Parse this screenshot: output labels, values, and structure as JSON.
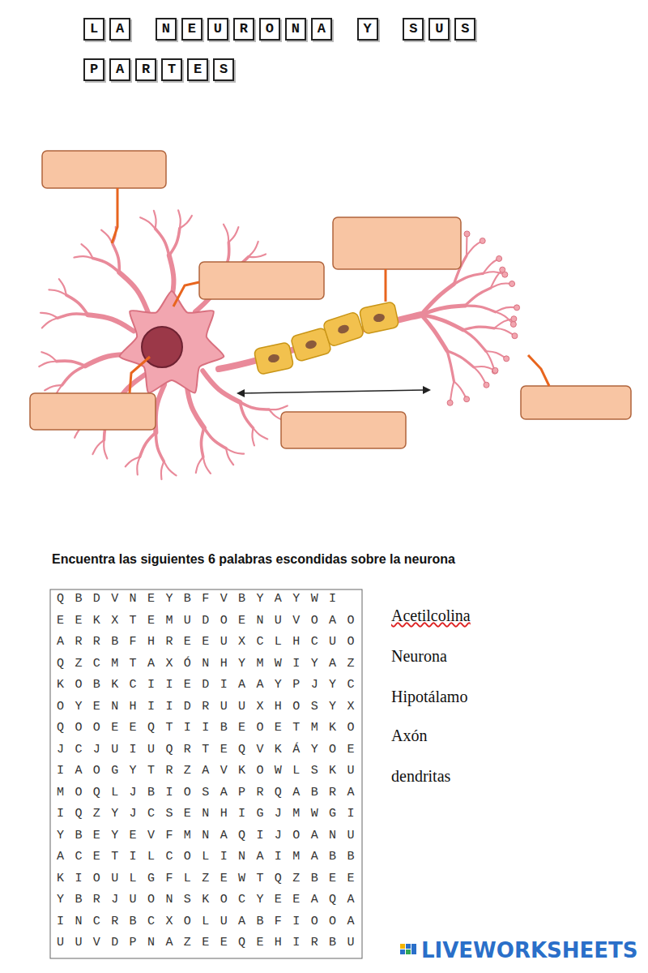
{
  "diagram": {
    "title": "LA NEURONA Y SUS PARTES",
    "labels": [
      "Encuentra las siguientes 6 palabras escondidas sobre la neurona",
      "Q B D V N E Y B F V B Y A Y W I",
      "E E K X T E M U D O E N U V O A O",
      "A R R B F H R E E U X C L H C U O",
      "Q Z C M T A X Ó N H Y M W I Y A Z",
      "K O B K C I I E D I A A Y P J Y C",
      "O Y E N H I I D R U U X H O S Y X",
      "Q O O E E Q T I I B E O E T M K O",
      "J C J U I U Q R T E Q V K Á Y O E",
      "I A O G Y T R Z A V K O W L S K U",
      "M O Q L J B I O S A P R Q A B R A",
      "I Q Z Y J C S E N H I G J M W G I",
      "Y B E Y E V F M N A Q I J O A N U",
      "A C E T I L C O L I N A I M A B B",
      "K I O U L G F L Z E W T Q Z B E E",
      "Y B R J U O N S K O C Y E E A Q A",
      "I N C R B C X O L U A B F I O O A",
      "U U V D P N A Z E E Q E H I R B U",
      "Acetilcolina",
      "Neurona",
      "Hipotálamo",
      "Axón",
      "dendritas",
      "LIVEWORKSHEETS"
    ]
  }
}
